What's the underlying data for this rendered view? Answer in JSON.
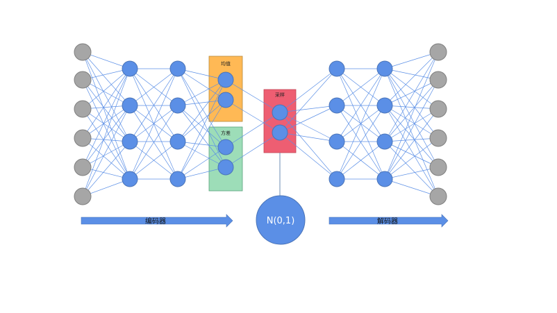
{
  "labels": {
    "mean": "均值",
    "variance": "方差",
    "sample": "采样",
    "noise": "N(0,1)",
    "encoder": "编码器",
    "decoder": "解码器"
  },
  "colors": {
    "gray_node": "#a6a6a6",
    "blue_node": "#5b8fe6",
    "edge": "#5b8fe6",
    "mean_box": "#ffb955",
    "variance_box": "#9dddb8",
    "sample_box": "#ee5e72",
    "arrow": "#5b8fe6"
  }
}
